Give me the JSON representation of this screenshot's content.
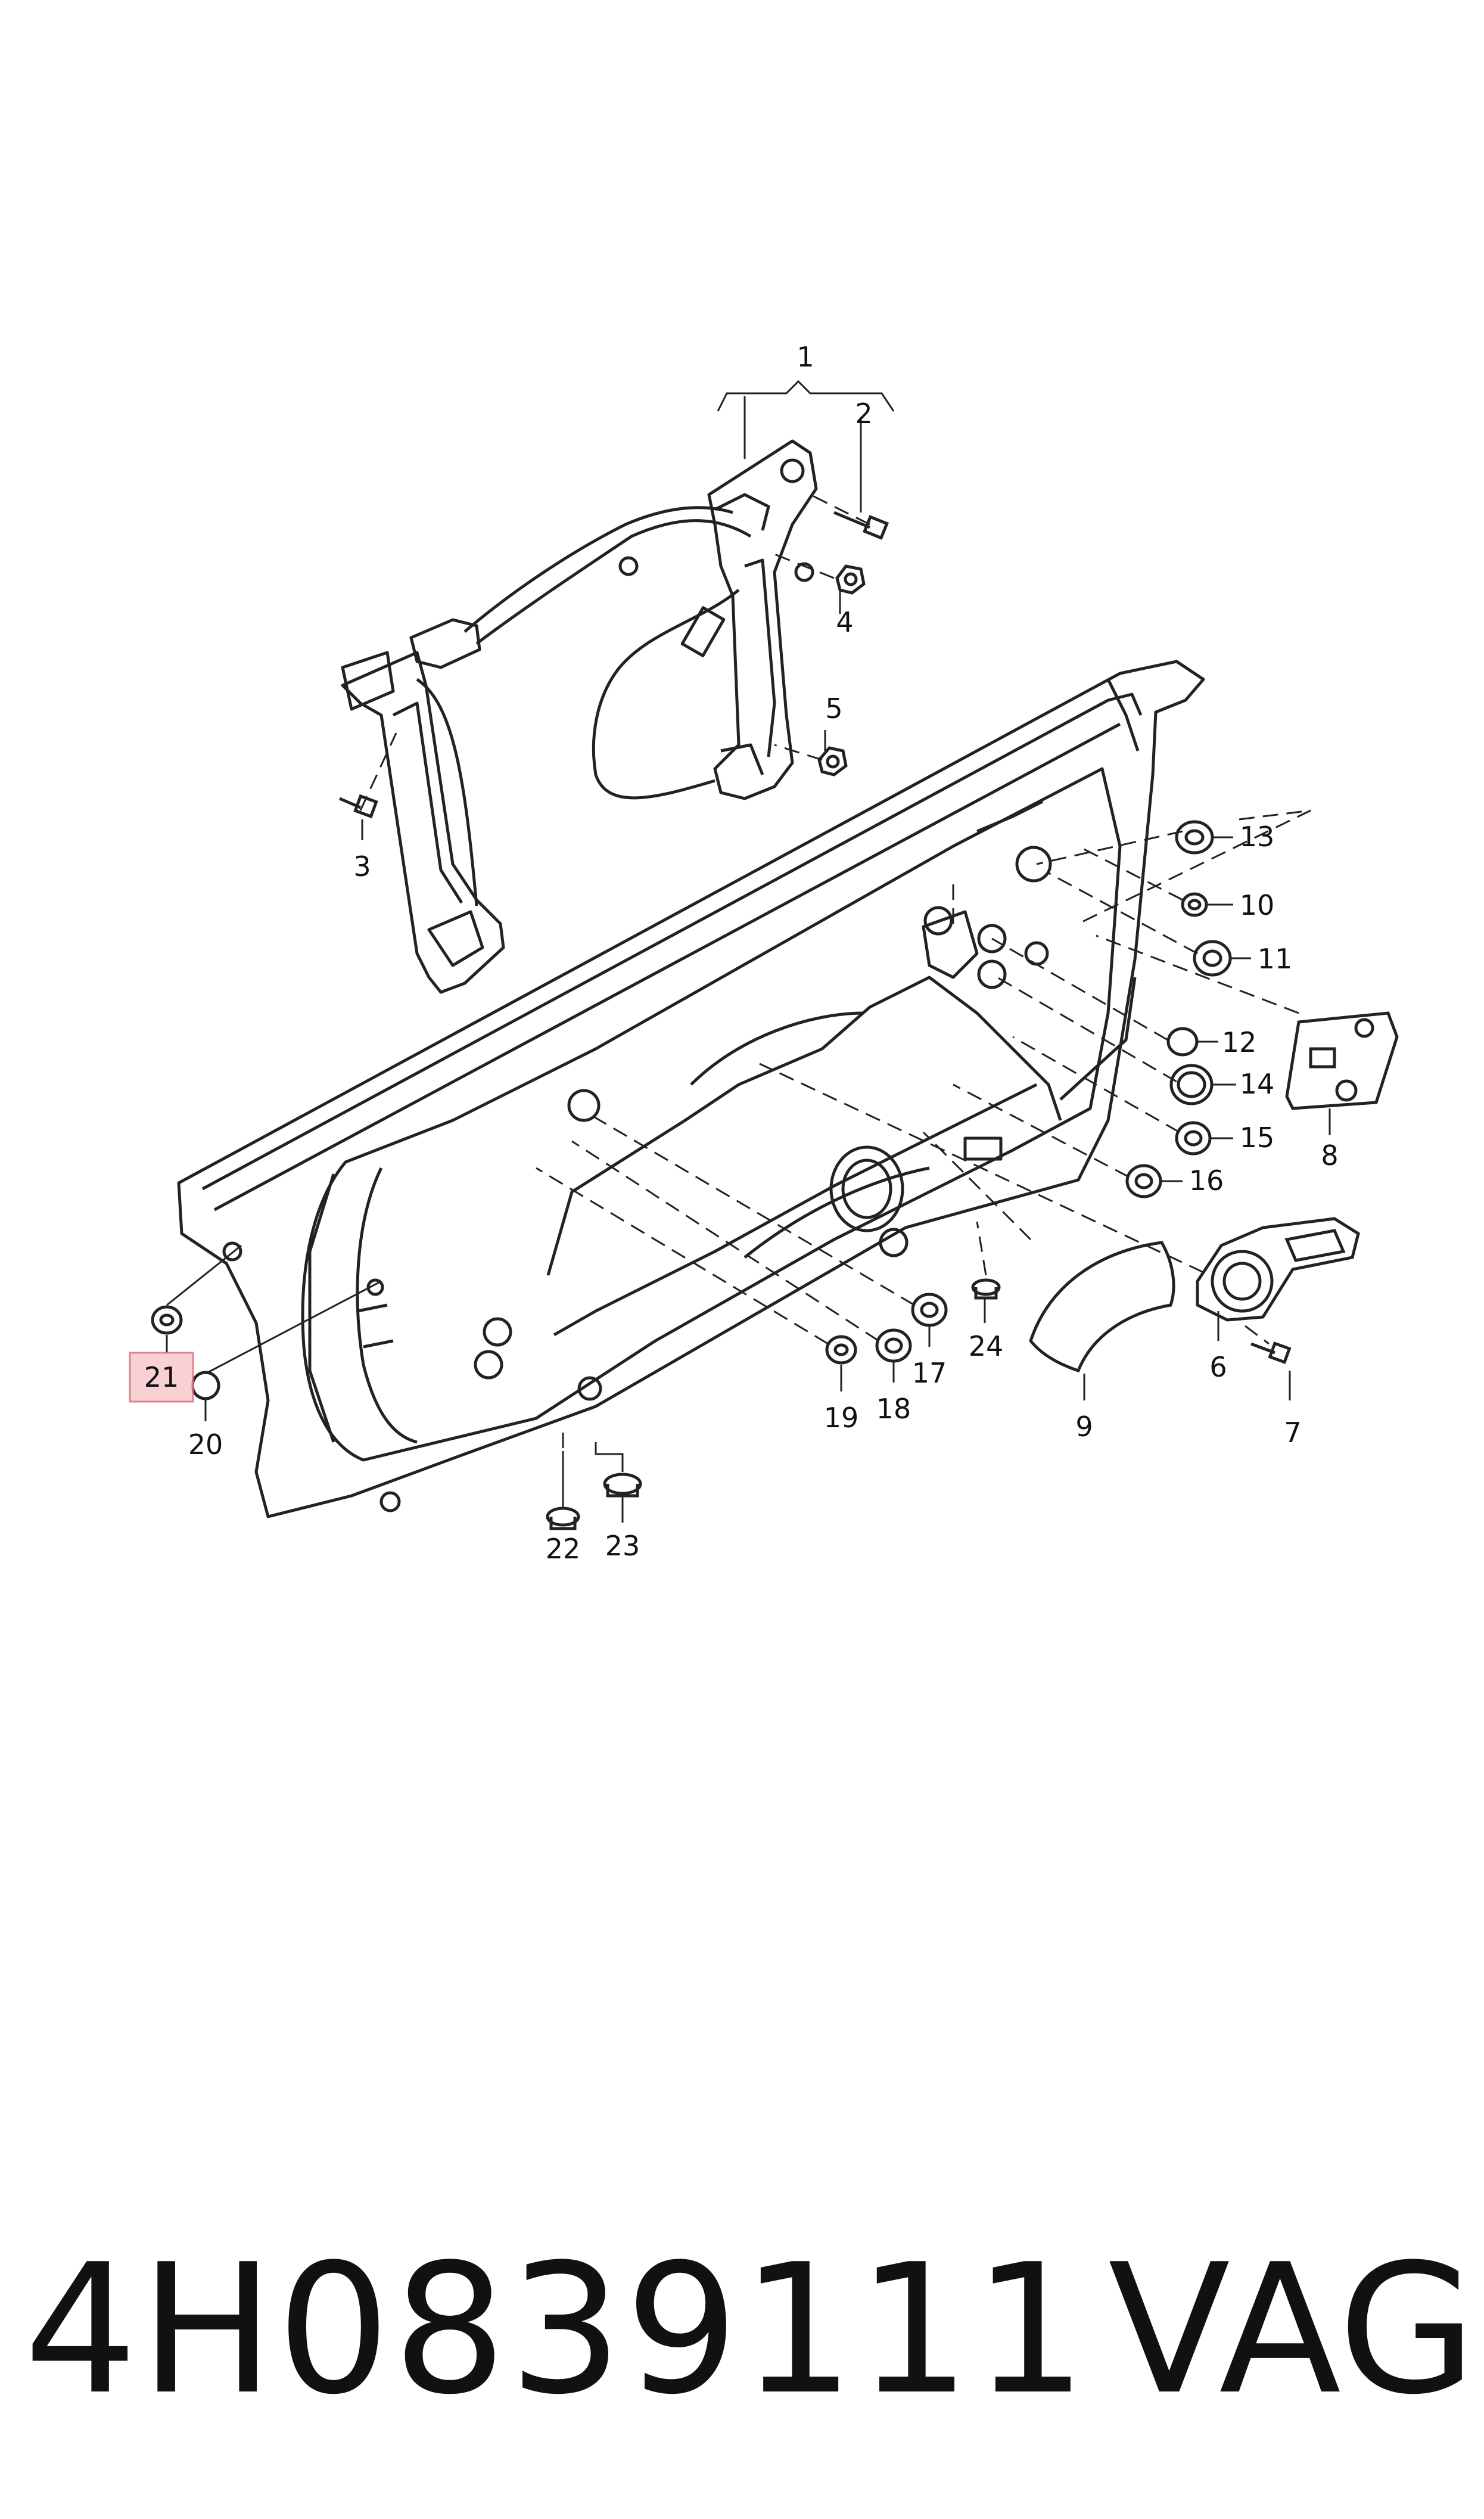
{
  "diagram": {
    "callouts": [
      "1",
      "2",
      "3",
      "4",
      "5",
      "6",
      "7",
      "8",
      "9",
      "10",
      "11",
      "12",
      "13",
      "14",
      "15",
      "16",
      "17",
      "18",
      "19",
      "20",
      "21",
      "22",
      "23",
      "24"
    ],
    "highlighted_callout": "21",
    "highlight_color": "#f8c8cc",
    "line_color": "#222222"
  },
  "footer": {
    "part_number": "4H0839111",
    "brand": "VAG"
  }
}
